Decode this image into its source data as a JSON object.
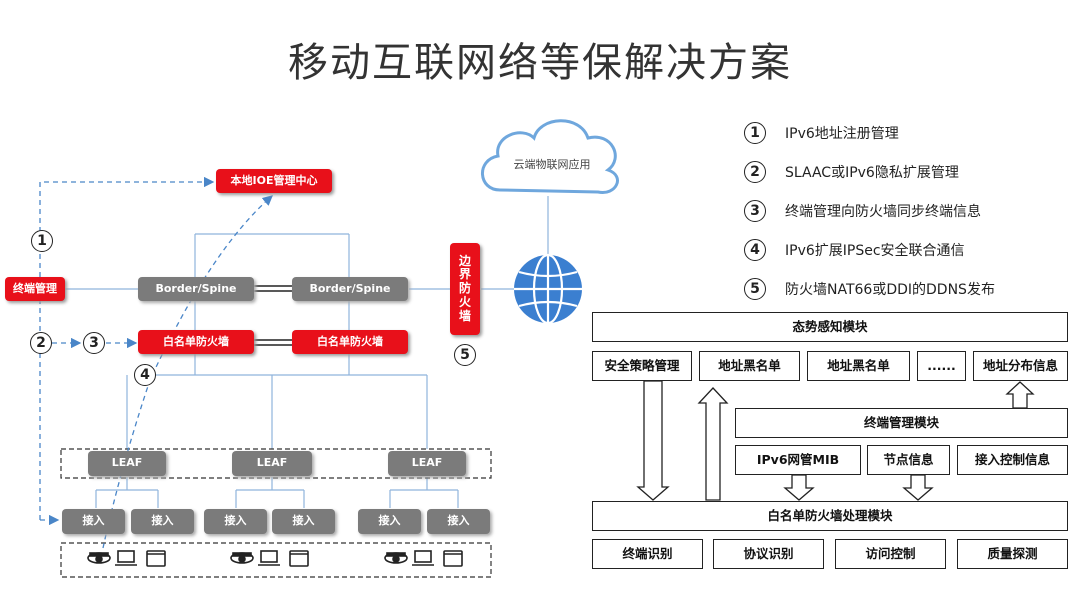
{
  "title": "移动互联网络等保解决方案",
  "left_diagram": {
    "ioe_center": "本地IOE管理中心",
    "terminal_mgmt": "终端管理",
    "border_spine": [
      "Border/Spine",
      "Border/Spine"
    ],
    "whitelist_fw": [
      "白名单防火墙",
      "白名单防火墙"
    ],
    "edge_fw": "边界防火墙",
    "leaf": [
      "LEAF",
      "LEAF",
      "LEAF"
    ],
    "access": [
      "接入",
      "接入",
      "接入",
      "接入",
      "接入",
      "接入"
    ],
    "cloud_app": "云端物联网应用",
    "steps": [
      "1",
      "2",
      "3",
      "4",
      "5"
    ]
  },
  "legend": [
    {
      "num": "1",
      "text": "IPv6地址注册管理"
    },
    {
      "num": "2",
      "text": "SLAAC或IPv6隐私扩展管理"
    },
    {
      "num": "3",
      "text": "终端管理向防火墙同步终端信息"
    },
    {
      "num": "4",
      "text": "IPv6扩展IPSec安全联合通信"
    },
    {
      "num": "5",
      "text": "防火墙NAT66或DDI的DDNS发布"
    }
  ],
  "right_diagram": {
    "situation_module": "态势感知模块",
    "row1": [
      "安全策略管理",
      "地址黑名单",
      "地址黑名单",
      "......",
      "地址分布信息"
    ],
    "terminal_module": "终端管理模块",
    "row2": [
      "IPv6网管MIB",
      "节点信息",
      "接入控制信息"
    ],
    "whitelist_module": "白名单防火墙处理模块",
    "bottom": [
      "终端识别",
      "协议识别",
      "访问控制",
      "质量探测"
    ]
  },
  "colors": {
    "red": "#e8101a",
    "gray": "#7b7b7b",
    "blue_line": "#6f9fd8",
    "globe": "#3b7fd0"
  }
}
